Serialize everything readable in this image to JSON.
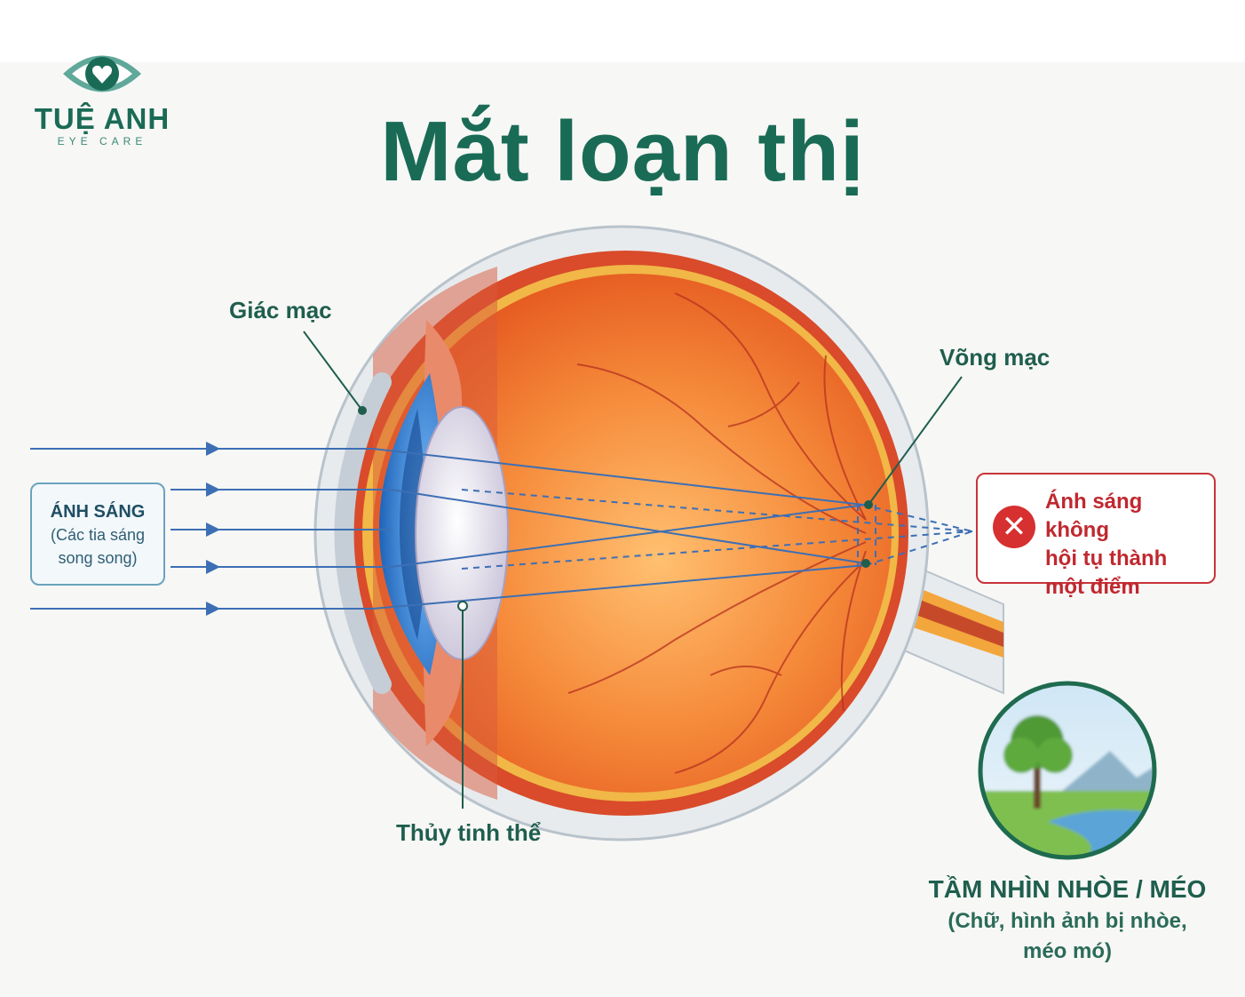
{
  "brand": {
    "name": "TUỆ ANH",
    "tagline": "EYE CARE",
    "logo_icon": "eye-heart-icon",
    "color": "#1a6b55"
  },
  "title": "Mắt loạn thị",
  "labels": {
    "cornea": "Giác mạc",
    "retina": "Võng mạc",
    "lens": "Thủy tinh thể"
  },
  "light": {
    "title": "ÁNH SÁNG",
    "line1": "(Các tia sáng",
    "line2": "song song)"
  },
  "warning": {
    "icon": "close-icon",
    "line1": "Ánh sáng không",
    "line2": "hội tụ thành",
    "line3": "một điểm",
    "color": "#c8343a"
  },
  "vision": {
    "title": "TẦM NHÌN NHÒE / MÉO",
    "line1": "(Chữ, hình ảnh bị nhòe,",
    "line2": "méo mó)",
    "image_icon": "blurry-landscape-icon"
  },
  "colors": {
    "eyeball": "#f08030",
    "sclera": "#e7ebee",
    "cornea": "#3a8ad8",
    "ray": "#3d6fb4"
  }
}
